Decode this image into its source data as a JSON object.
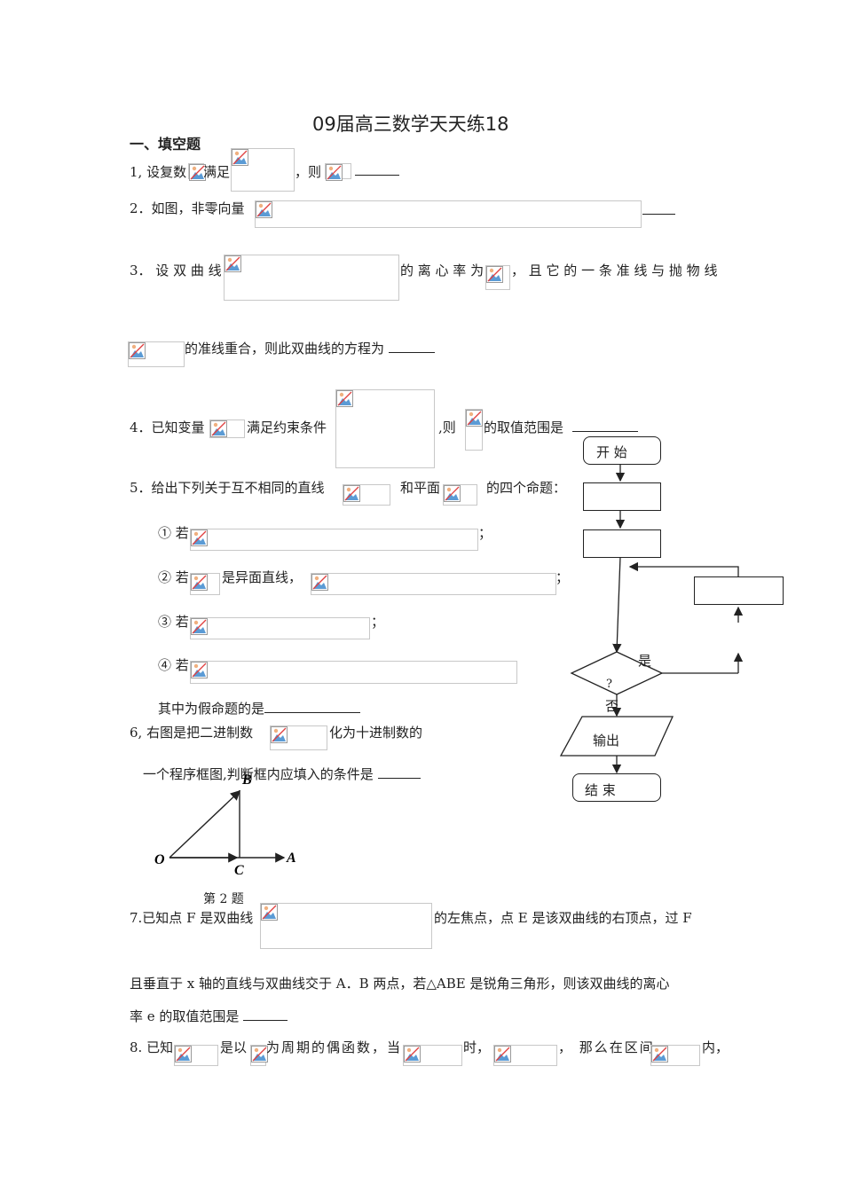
{
  "title": "09届高三数学天天练18",
  "section": "一、填空题",
  "q1": {
    "prefix": "1, 设复数",
    "mid": "满足",
    "then": "，则"
  },
  "q2": {
    "text": "2．如图，非零向量"
  },
  "q3": {
    "text_a": "3． 设 双 曲 线",
    "text_b": "的 离 心 率 为",
    "text_c": "， 且 它 的 一 条 准 线 与 抛 物 线",
    "text_d": "的准线重合，则此双曲线的方程为"
  },
  "q4": {
    "text_a": "4．已知变量",
    "text_b": "满足约束条件",
    "text_c": ",则",
    "text_d": "的取值范围是"
  },
  "q5": {
    "text_a": "5．给出下列关于互不相同的直线",
    "text_b": "和平面",
    "text_c": "的四个命题：",
    "items": [
      {
        "label": "① 若",
        "tail": "；"
      },
      {
        "label": "② 若",
        "mid": "是异面直线，",
        "tail": "；"
      },
      {
        "label": "③ 若",
        "tail": "；"
      },
      {
        "label": "④ 若"
      }
    ],
    "false_text": "其中为假命题的是"
  },
  "q6": {
    "text_a": "6,  右图是把二进制数",
    "text_b": "化为十进制数的",
    "text_c": "一个程序框图,判断框内应填入的条件是"
  },
  "figure2": {
    "labels": {
      "B": "B",
      "O": "O",
      "C": "C",
      "A": "A"
    },
    "caption": "第 2 题"
  },
  "q7": {
    "text_a": "7.已知点 F 是双曲线",
    "text_b": "的左焦点，点 E 是该双曲线的右顶点，过 F",
    "line2": "且垂直于 x 轴的直线与双曲线交于 A．B 两点，若△ABE 是锐角三角形，则该双曲线的离心",
    "line3": "率 e 的取值范围是"
  },
  "q8": {
    "text_a": "8. 已知",
    "text_b": "是以",
    "text_c": "为周期的偶函数，当",
    "text_d": "时，",
    "text_e": "， 那么在区间",
    "text_f": "内，"
  },
  "flowchart": {
    "start": "开  始",
    "yes": "是",
    "no": "否",
    "question": "?",
    "output": "输出",
    "end": "结  束"
  }
}
